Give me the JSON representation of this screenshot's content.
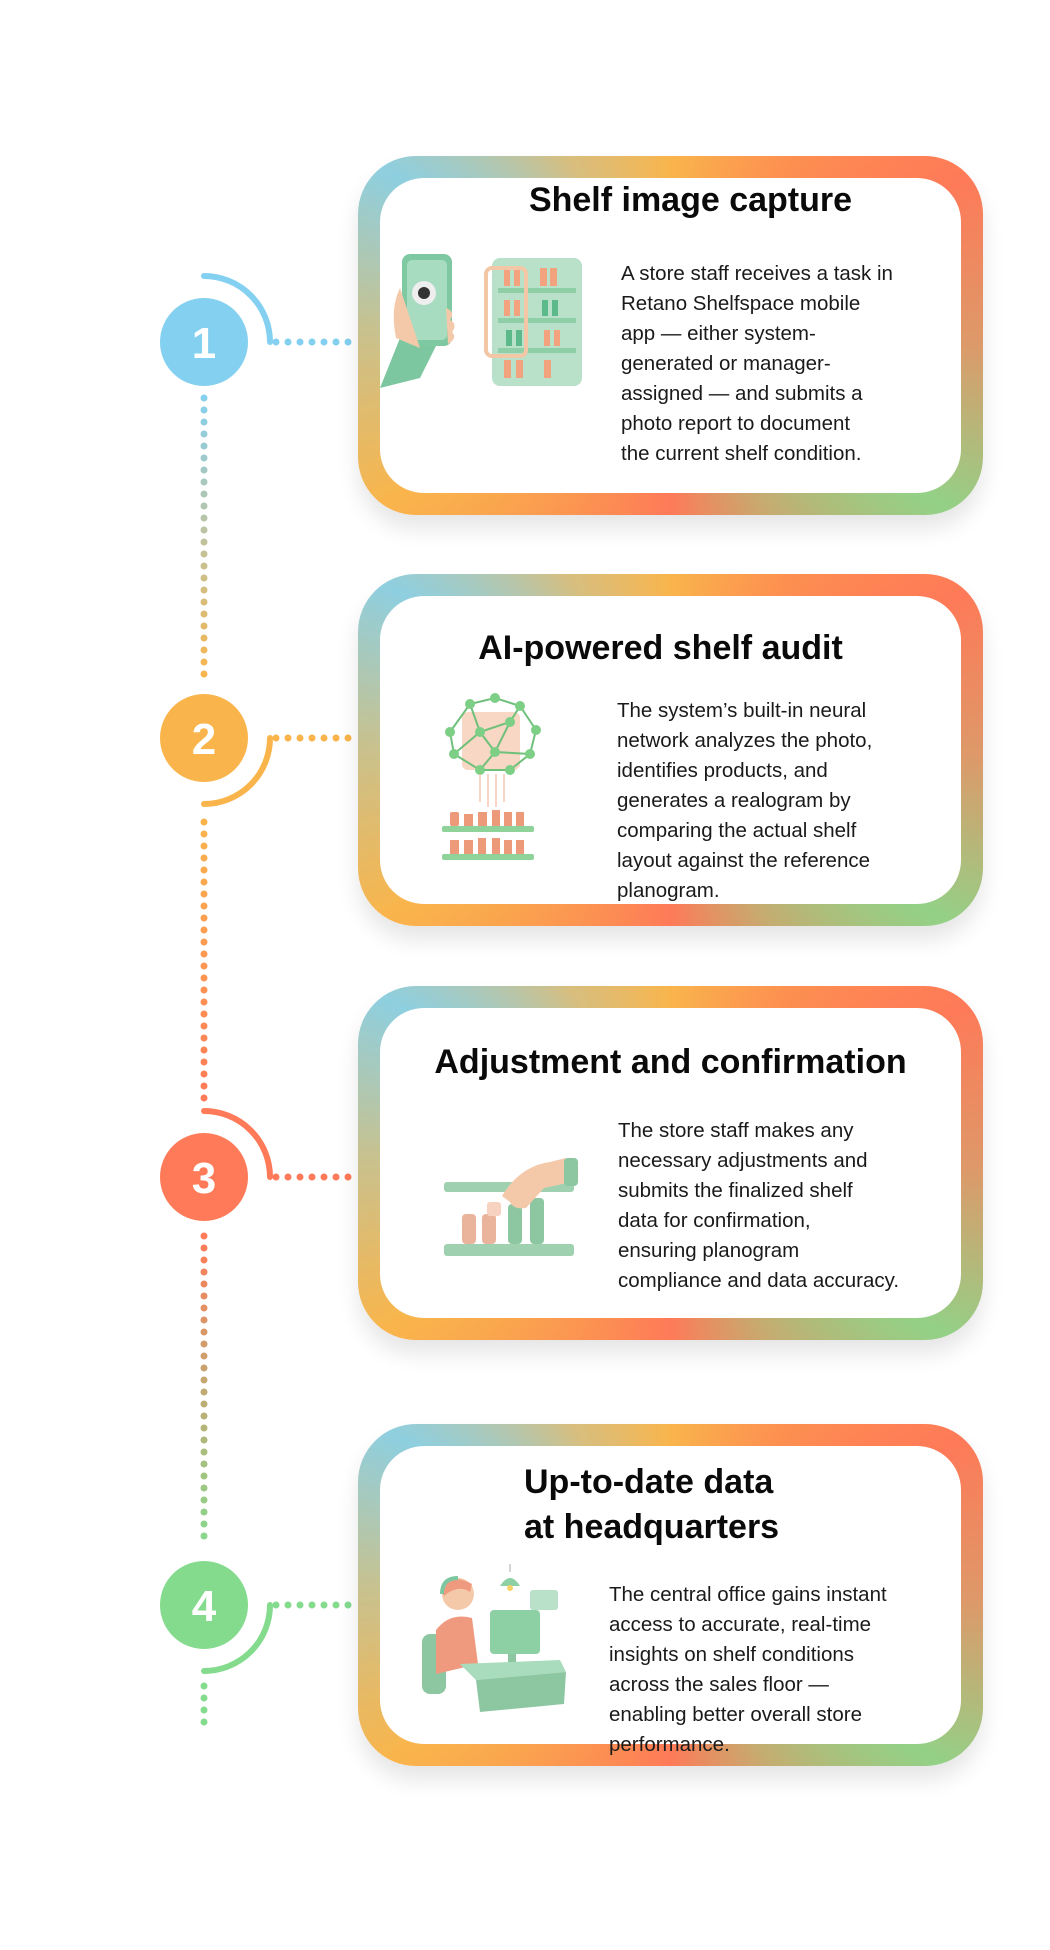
{
  "steps": [
    {
      "number": "1",
      "color": "#84d0f0",
      "title": "Shelf image capture",
      "body": "A store staff receives a task in\nRetano Shelfspace mobile\napp — either system-\ngenerated or manager-\nassigned — and submits a\nphoto report to document\nthe current shelf condition.",
      "icon": "phone-photographing-shelf-illustration"
    },
    {
      "number": "2",
      "color": "#f9b54c",
      "title": "AI-powered shelf audit",
      "body": "The system’s built-in neural\nnetwork analyzes the photo,\nidentifies products, and\ngenerates a realogram by\ncomparing the actual shelf\nlayout against the reference\nplanogram.",
      "icon": "neural-network-shelf-illustration"
    },
    {
      "number": "3",
      "color": "#fe7a58",
      "title": "Adjustment and confirmation",
      "body": "The store staff makes any\nnecessary adjustments and\nsubmits the finalized shelf\ndata for confirmation,\nensuring planogram\ncompliance and data accuracy.",
      "icon": "hand-adjusting-shelf-illustration"
    },
    {
      "number": "4",
      "color": "#84db8e",
      "title_lines": [
        "Up-to-date data",
        "at headquarters"
      ],
      "body": "The central office gains instant\naccess to accurate, real-time\ninsights on shelf conditions\nacross the sales floor —\nenabling better overall store\nperformance.",
      "icon": "office-worker-at-computer-illustration"
    }
  ]
}
